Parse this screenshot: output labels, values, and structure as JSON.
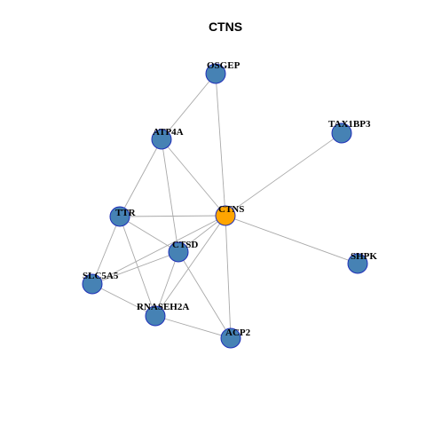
{
  "title": "CTNS",
  "colors": {
    "node_fill": "#4682b4",
    "node_border": "#1f2fb8",
    "center_fill": "#ffa500",
    "edge": "#a9a9a9",
    "background": "#ffffff"
  },
  "nodes": [
    {
      "id": "OSGEP",
      "label": "OSGEP",
      "role": "neighbor"
    },
    {
      "id": "TAX1BP3",
      "label": "TAX1BP3",
      "role": "neighbor"
    },
    {
      "id": "ATP4A",
      "label": "ATP4A",
      "role": "neighbor"
    },
    {
      "id": "CTNS",
      "label": "CTNS",
      "role": "center"
    },
    {
      "id": "TTR",
      "label": "TTR",
      "role": "neighbor"
    },
    {
      "id": "CTSD",
      "label": "CTSD",
      "role": "neighbor"
    },
    {
      "id": "SHPK",
      "label": "SHPK",
      "role": "neighbor"
    },
    {
      "id": "SLC5A5",
      "label": "SLC5A5",
      "role": "neighbor"
    },
    {
      "id": "RNASEH2A",
      "label": "RNASEH2A",
      "role": "neighbor"
    },
    {
      "id": "ACP2",
      "label": "ACP2",
      "role": "neighbor"
    }
  ],
  "edges": [
    [
      "OSGEP",
      "ATP4A"
    ],
    [
      "OSGEP",
      "CTNS"
    ],
    [
      "TAX1BP3",
      "CTNS"
    ],
    [
      "ATP4A",
      "CTNS"
    ],
    [
      "ATP4A",
      "TTR"
    ],
    [
      "ATP4A",
      "CTSD"
    ],
    [
      "TTR",
      "CTNS"
    ],
    [
      "TTR",
      "CTSD"
    ],
    [
      "TTR",
      "SLC5A5"
    ],
    [
      "TTR",
      "RNASEH2A"
    ],
    [
      "CTSD",
      "CTNS"
    ],
    [
      "CTSD",
      "SLC5A5"
    ],
    [
      "CTSD",
      "RNASEH2A"
    ],
    [
      "CTSD",
      "ACP2"
    ],
    [
      "SHPK",
      "CTNS"
    ],
    [
      "SLC5A5",
      "CTNS"
    ],
    [
      "SLC5A5",
      "RNASEH2A"
    ],
    [
      "RNASEH2A",
      "CTNS"
    ],
    [
      "RNASEH2A",
      "ACP2"
    ],
    [
      "ACP2",
      "CTNS"
    ]
  ]
}
